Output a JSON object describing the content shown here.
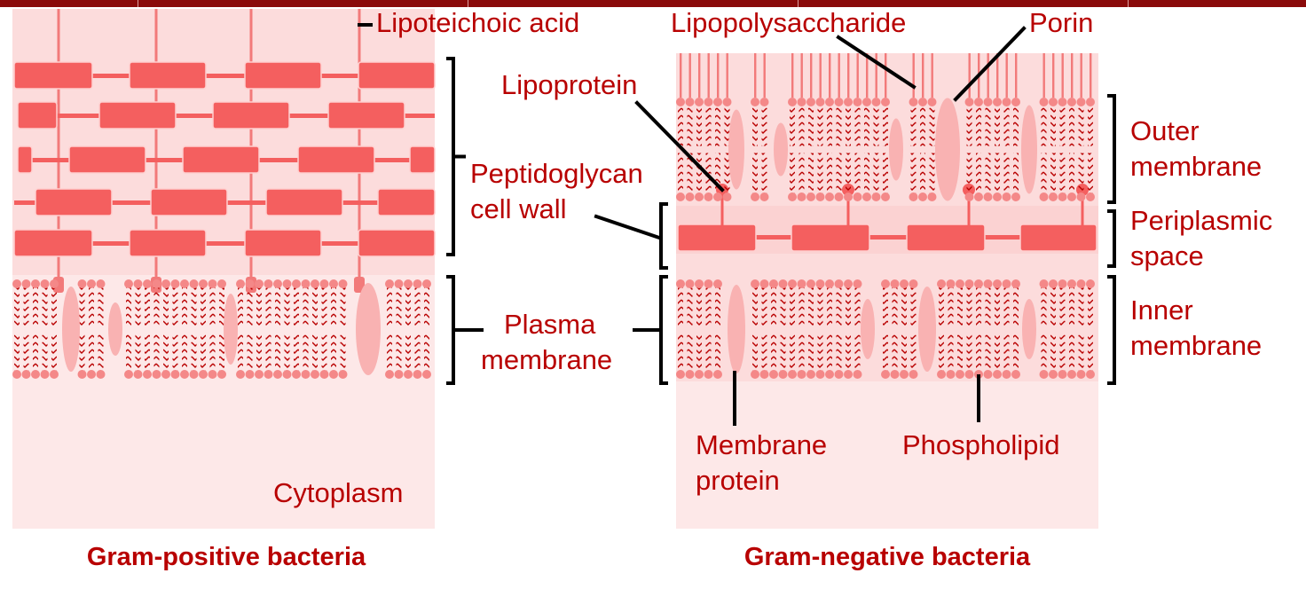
{
  "gram_positive": {
    "title": "Gram-positive bacteria",
    "labels": {
      "lipoteichoic_acid": "Lipoteichoic acid",
      "peptidoglycan_line1": "Peptidoglycan",
      "peptidoglycan_line2": "cell wall",
      "plasma_line1": "Plasma",
      "plasma_line2": "membrane",
      "cytoplasm": "Cytoplasm"
    }
  },
  "gram_negative": {
    "title": "Gram-negative bacteria",
    "labels": {
      "lipopolysaccharide": "Lipopolysaccharide",
      "porin": "Porin",
      "lipoprotein": "Lipoprotein",
      "outer_line1": "Outer",
      "outer_line2": "membrane",
      "periplasmic_line1": "Periplasmic",
      "periplasmic_line2": "space",
      "inner_line1": "Inner",
      "inner_line2": "membrane",
      "membrane_protein_line1": "Membrane",
      "membrane_protein_line2": "protein",
      "phospholipid": "Phospholipid"
    }
  },
  "colors": {
    "label_text": "#b80000",
    "cell_background": "#fde8e8",
    "peptidoglycan": "#f45f5f",
    "lipid_head": "#f48888",
    "protein": "#f9b2b2",
    "top_bar": "#8a0a0a"
  }
}
